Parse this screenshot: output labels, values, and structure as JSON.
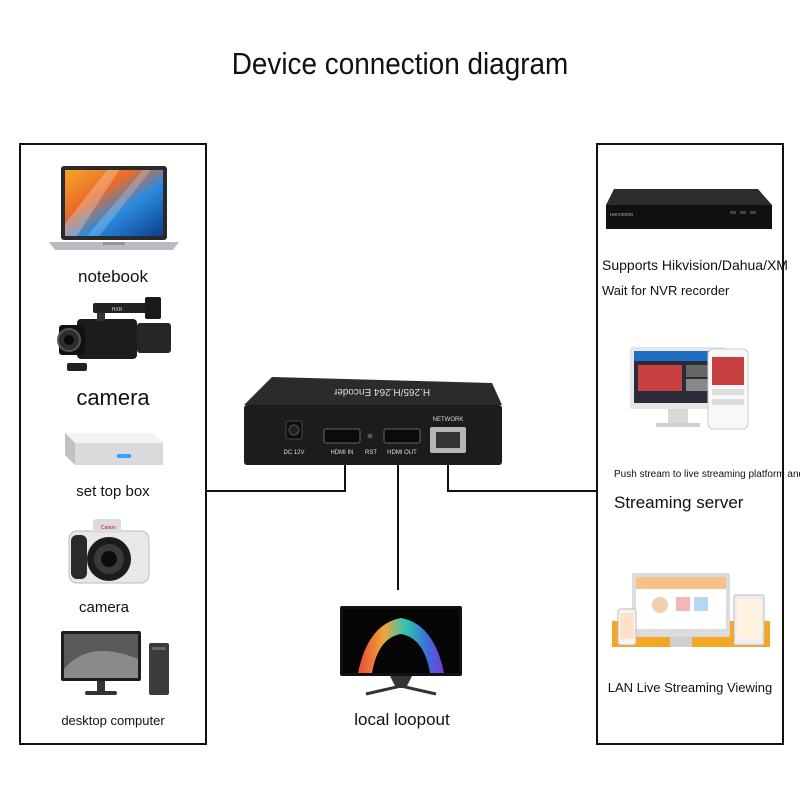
{
  "title": "Device connection diagram",
  "inputs": {
    "notebook": "notebook",
    "camera_pro": "camera",
    "set_top_box": "set top box",
    "camera_mirrorless": "camera",
    "desktop_computer": "desktop computer"
  },
  "encoder": {
    "top_label": "H.265/H.264 Encoder",
    "port_dc": "DC 12V",
    "port_hdmi_in": "HDMI IN",
    "port_rst": "RST",
    "port_hdmi_out": "HDMI OUT",
    "port_network": "NETWORK"
  },
  "outputs": {
    "nvr_brand": "HIKVISION",
    "nvr_line1": "Supports Hikvision/Dahua/XM",
    "nvr_line2": "Wait for NVR recorder",
    "stream_small": "Push stream to live streaming platform and",
    "stream_large": "Streaming server",
    "lan": "LAN Live Streaming Viewing"
  },
  "monitor_label": "local loopout",
  "colors": {
    "line": "#111111",
    "device": "#1a1a1a",
    "screen_blue": "#2a7fd4",
    "orange": "#f39a1e"
  }
}
